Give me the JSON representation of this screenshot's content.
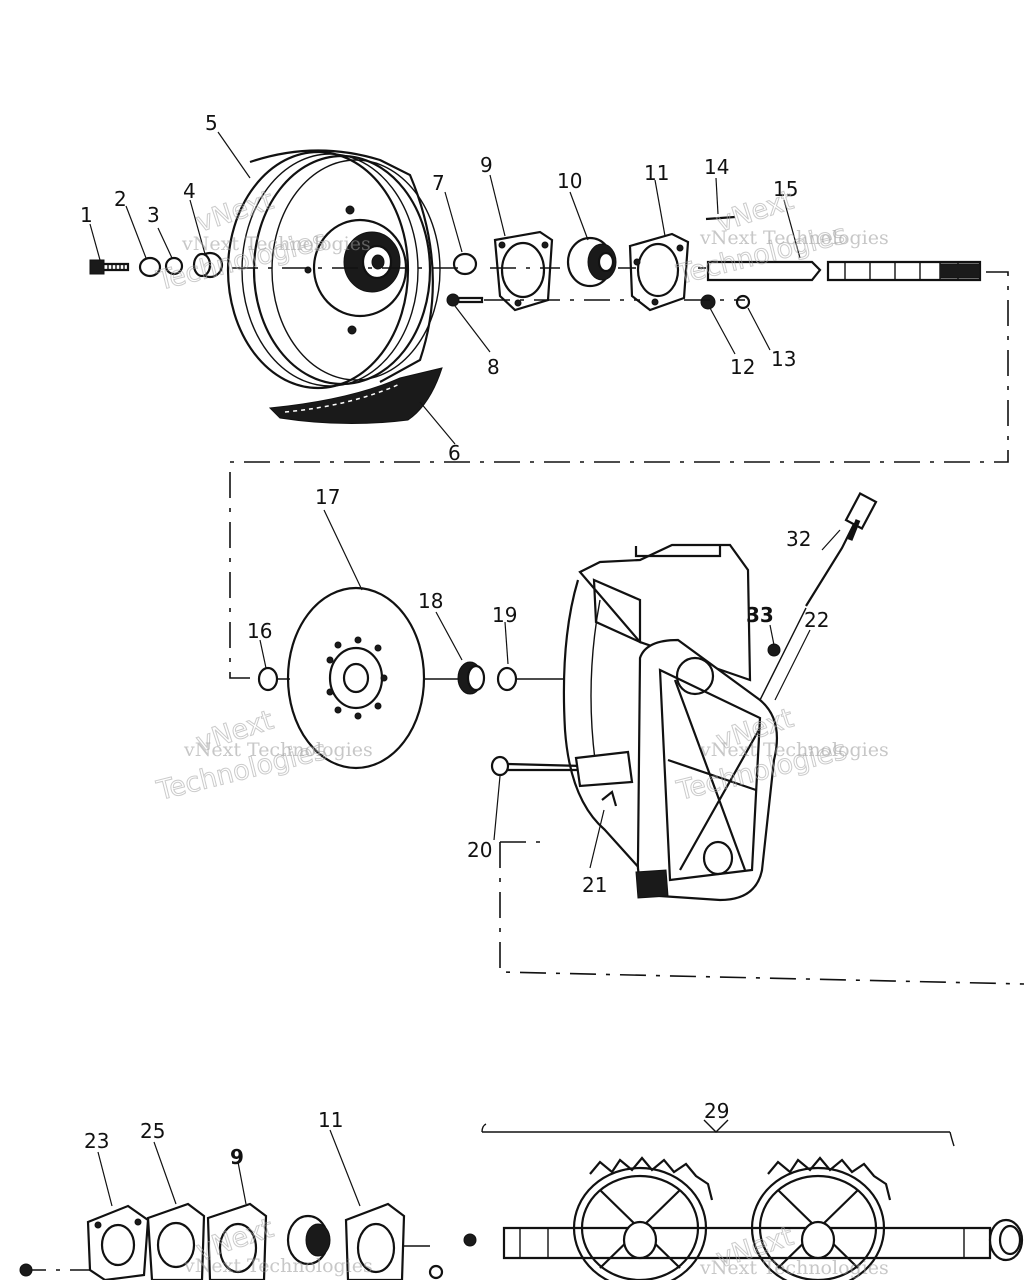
{
  "callouts": {
    "c1": "1",
    "c2": "2",
    "c3": "3",
    "c4": "4",
    "c5": "5",
    "c6": "6",
    "c7": "7",
    "c8": "8",
    "c9": "9",
    "c10": "10",
    "c11": "11",
    "c12": "12",
    "c13": "13",
    "c14": "14",
    "c15": "15",
    "c16": "16",
    "c17": "17",
    "c18": "18",
    "c19": "19",
    "c20": "20",
    "c21": "21",
    "c22": "22",
    "c23": "23",
    "c25": "25",
    "c29": "29",
    "c32": "32",
    "c33": "33",
    "c9b": "9",
    "c11b": "11"
  },
  "watermark": {
    "brand": "vNext Technologies",
    "big1": "vNext",
    "big2": "Technologies"
  }
}
